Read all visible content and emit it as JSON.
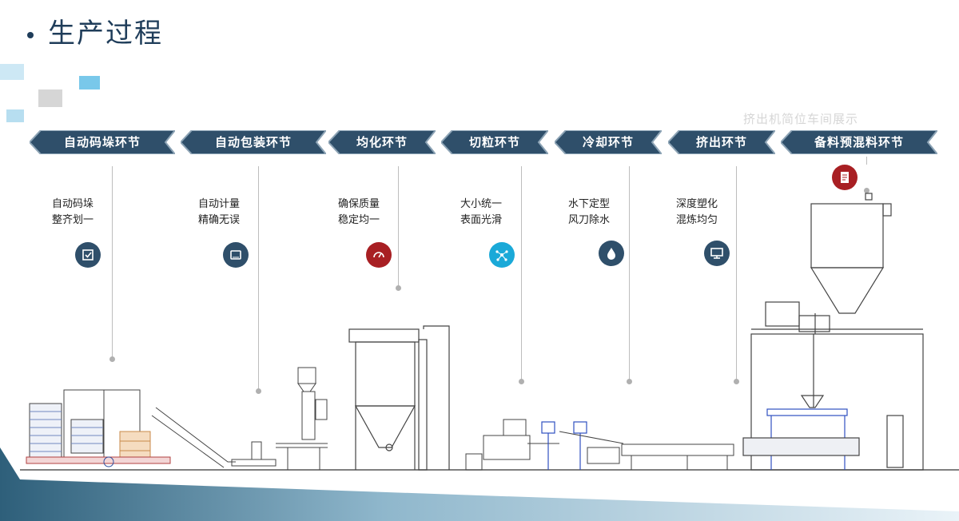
{
  "title": "生产过程",
  "ghost_text": "挤出机简位车间展示",
  "stages": [
    {
      "label": "自动码垛环节",
      "line1": "自动码垛",
      "line2": "整齐划一",
      "icon": "checkbox-icon"
    },
    {
      "label": "自动包装环节",
      "line1": "自动计量",
      "line2": "精确无误",
      "icon": "screen-icon"
    },
    {
      "label": "均化环节",
      "line1": "确保质量",
      "line2": "稳定均一",
      "icon": "gauge-icon"
    },
    {
      "label": "切粒环节",
      "line1": "大小统一",
      "line2": "表面光滑",
      "icon": "molecule-icon"
    },
    {
      "label": "冷却环节",
      "line1": "水下定型",
      "line2": "风刀除水",
      "icon": "water-drop-icon"
    },
    {
      "label": "挤出环节",
      "line1": "深度塑化",
      "line2": "混炼均匀",
      "icon": "monitor-icon"
    },
    {
      "label": "备料预混料环节",
      "icon": "document-icon"
    }
  ],
  "colors": {
    "banner": "#2f4f6a",
    "icon_dark": "#2f4f6a",
    "icon_red": "#a81f23",
    "icon_cyan": "#1aa9d8",
    "title": "#1f3d5a"
  }
}
